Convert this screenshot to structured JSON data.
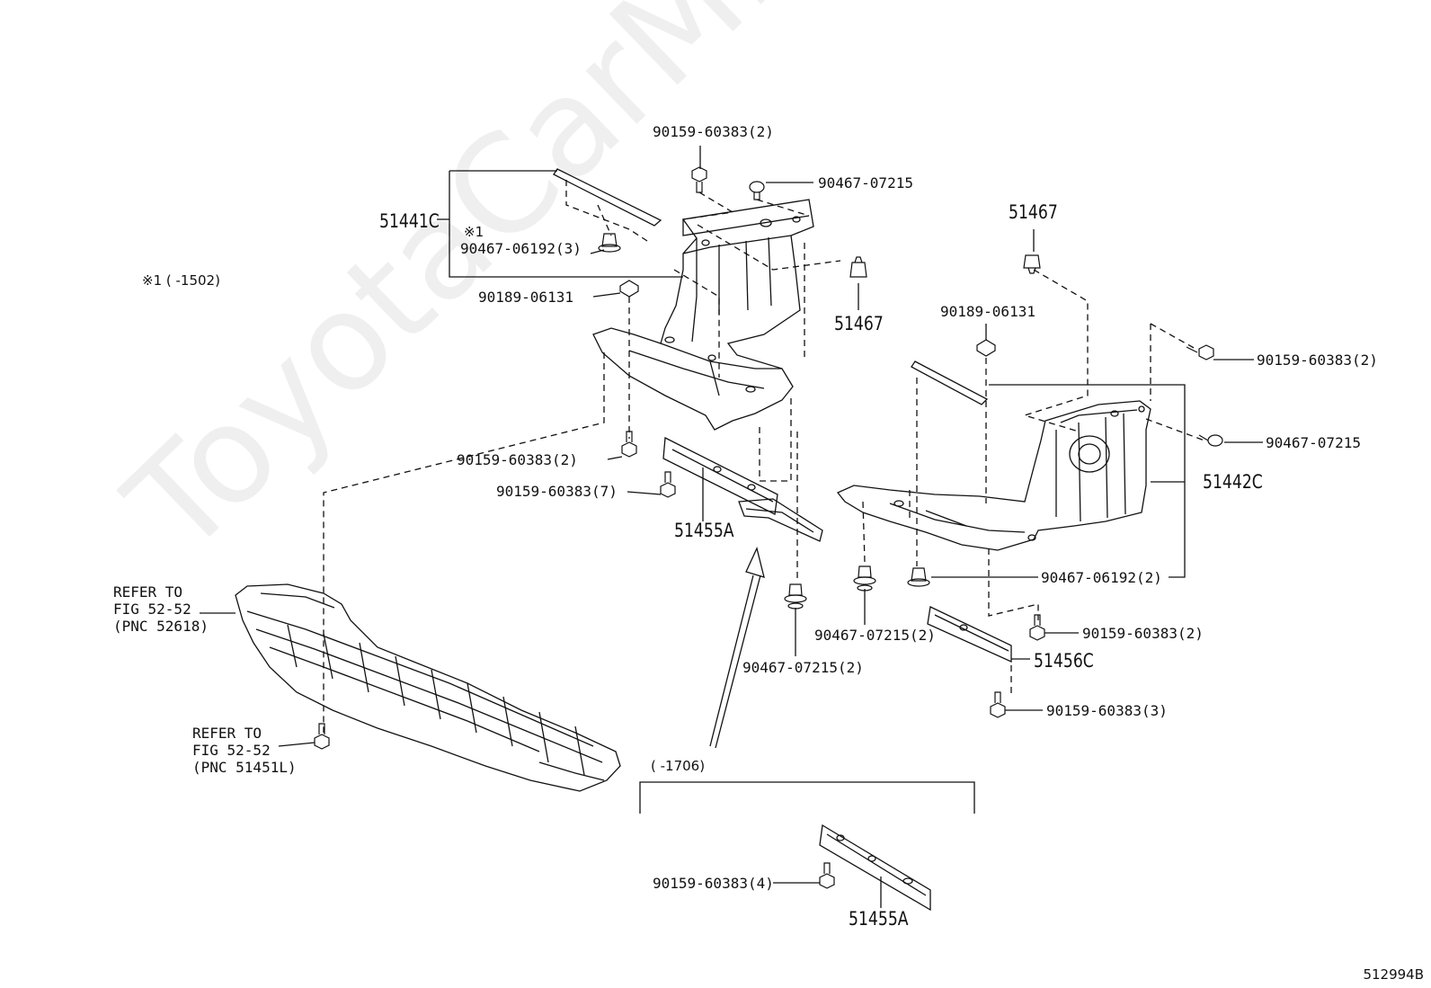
{
  "diagram": {
    "watermark": "ToyotaCarMine.ru",
    "figure_number": "512994B",
    "footnote": "※1 (     -1502)",
    "bracket_note": "(     -1706)",
    "part_numbers": {
      "p51441C": "51441C",
      "p51467_top": "51467",
      "p51467_mid": "51467",
      "p51442C": "51442C",
      "p51455A_top": "51455A",
      "p51455A_bottom": "51455A",
      "p51456C": "51456C"
    },
    "callouts": {
      "c01": "90159-60383(2)",
      "c02": "90467-07215",
      "c03_mark": "※1",
      "c03": "90467-06192(3)",
      "c04": "90189-06131",
      "c05": "90189-06131",
      "c06": "90159-60383(2)",
      "c07": "90467-07215",
      "c08": "90159-60383(2)",
      "c09": "90159-60383(7)",
      "c10": "90467-06192(2)",
      "c11": "90467-07215(2)",
      "c12": "90159-60383(2)",
      "c13": "90467-07215(2)",
      "c14": "90159-60383(3)",
      "c15": "90159-60383(4)"
    },
    "refer_upper": "REFER TO\nFIG 52-52\n(PNC 52618)",
    "refer_lower": "REFER TO\nFIG 52-52\n(PNC 51451L)"
  }
}
